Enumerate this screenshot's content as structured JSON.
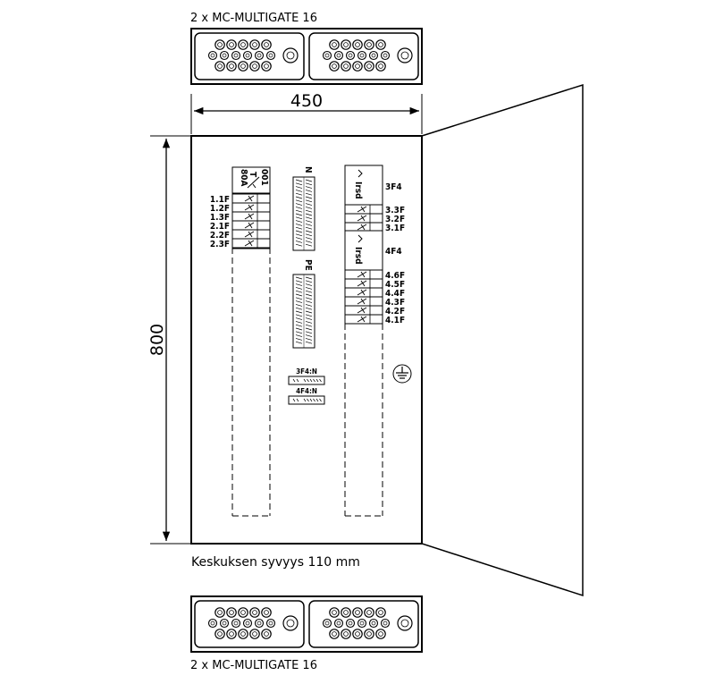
{
  "cable_entry_top_label": "2 x MC-MULTIGATE 16",
  "cable_entry_bottom_label": "2 x MC-MULTIGATE 16",
  "width_dimension": "450",
  "height_dimension": "800",
  "depth_note": "Keskuksen syvyys 110 mm",
  "main_switch": {
    "rating": "80A",
    "code": "001",
    "mark": "T"
  },
  "left_breakers": [
    "1.1F",
    "1.2F",
    "1.3F",
    "2.1F",
    "2.2F",
    "2.3F"
  ],
  "terminal_labels": {
    "neutral": "N",
    "earth": "PE"
  },
  "neutral_bars": [
    "3F4:N",
    "4F4:N"
  ],
  "right_group_1": {
    "label": "3F4",
    "device": "Irsd",
    "breakers": [
      "3.3F",
      "3.2F",
      "3.1F"
    ]
  },
  "right_group_2": {
    "label": "4F4",
    "device": "Irsd",
    "breakers": [
      "4.6F",
      "4.5F",
      "4.4F",
      "4.3F",
      "4.2F",
      "4.1F"
    ]
  },
  "earth_symbol": "protective-earth-icon"
}
